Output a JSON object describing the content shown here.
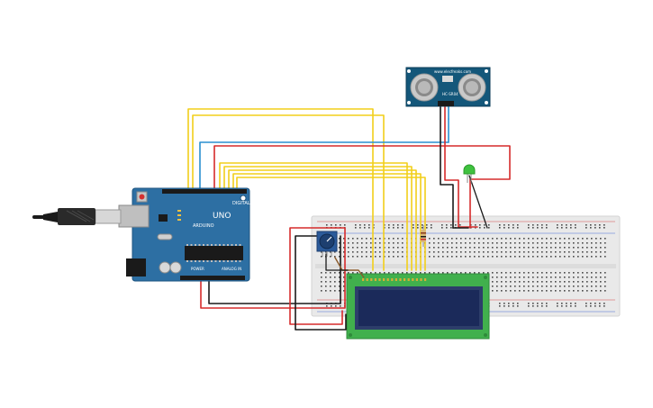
{
  "arduino": {
    "model_label": "UNO",
    "brand_label": "ARDUINO",
    "digital_label": "DIGITAL (PWM ~)",
    "power_label": "POWER",
    "analog_label": "ANALOG IN"
  },
  "sensor": {
    "model_label": "HC-SR04",
    "site_label": "www.elecfreaks.com"
  },
  "colors": {
    "arduino_blue": "#2d6fa3",
    "sensor_teal": "#14577a",
    "lcd_green": "#41b04d",
    "lcd_screen": "#1b2a5a",
    "breadboard": "#e9e9e9",
    "wire_yellow": "#f2cf1a",
    "wire_red": "#d62b2b",
    "wire_black": "#1a1a1a",
    "wire_blue": "#2a8fd0",
    "led_green": "#3fc23f"
  },
  "icons": {
    "usb_cable": "usb-cable-icon",
    "potentiometer": "potentiometer-icon",
    "resistor": "resistor-icon",
    "led": "led-icon"
  }
}
